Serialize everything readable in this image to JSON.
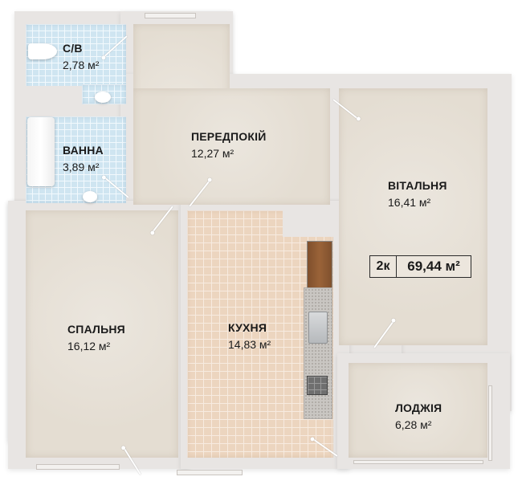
{
  "plan": {
    "apartment_type": "2к",
    "total_area": "69,44 м²",
    "rooms": [
      {
        "id": "wc",
        "name": "С/В",
        "area": "2,78 м²",
        "floor": "blue-tile"
      },
      {
        "id": "bath",
        "name": "ВАННА",
        "area": "3,89 м²",
        "floor": "blue-tile"
      },
      {
        "id": "hall",
        "name": "ПЕРЕДПОКІЙ",
        "area": "12,27 м²",
        "floor": "plain"
      },
      {
        "id": "living",
        "name": "ВІТАЛЬНЯ",
        "area": "16,41 м²",
        "floor": "plain"
      },
      {
        "id": "bedroom",
        "name": "СПАЛЬНЯ",
        "area": "16,12 м²",
        "floor": "plain"
      },
      {
        "id": "kitchen",
        "name": "КУХНЯ",
        "area": "14,83 м²",
        "floor": "peach-tile"
      },
      {
        "id": "loggia",
        "name": "ЛОДЖІЯ",
        "area": "6,28 м²",
        "floor": "plain"
      }
    ],
    "fixtures": [
      "toilet-icon",
      "sink-icon",
      "bathtub-icon",
      "kitchen-sink-icon",
      "stove-icon",
      "countertop-wood"
    ],
    "colors": {
      "wall": "#e8e5e3",
      "floor": "#e6e0d6",
      "blue_tile": "#cfe5f1",
      "peach_tile": "#ecd5bf",
      "wood": "#8b5a35",
      "text": "#1a1a1a"
    }
  }
}
